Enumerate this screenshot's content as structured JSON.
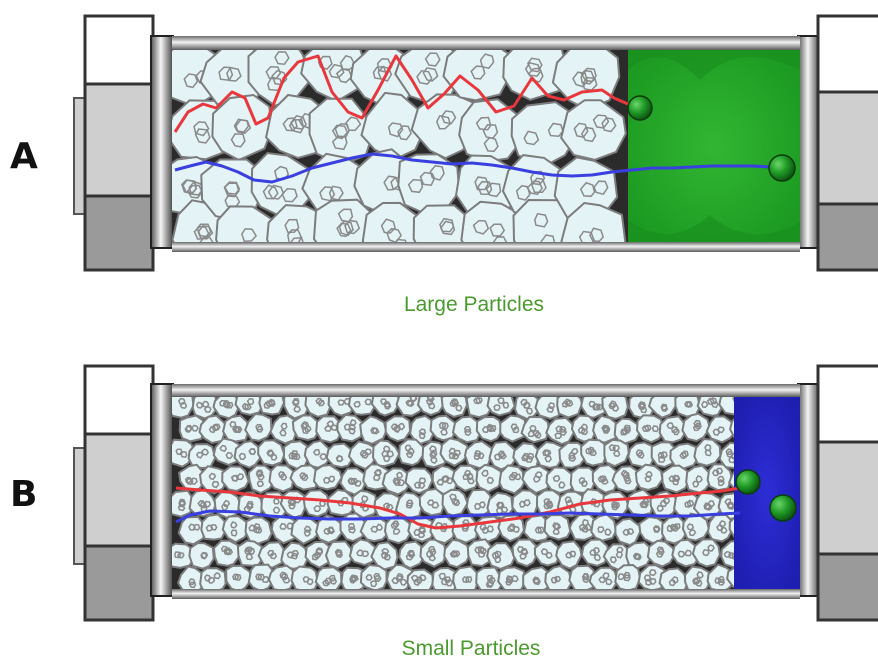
{
  "panels": [
    {
      "letter": "A",
      "caption": "Large Particles",
      "particle_size": "large",
      "band_color": "#1fa526",
      "band_label_color": "#4a9a2e",
      "trace_colors": [
        "#e8383d",
        "#3a3fe0"
      ]
    },
    {
      "letter": "B",
      "caption": "Small Particles",
      "particle_size": "small",
      "band_color": "#2626c8",
      "band_label_color": "#4a9a2e",
      "trace_colors": [
        "#e8383d",
        "#3a3fe0"
      ]
    }
  ],
  "colors": {
    "particle_fill": "#e4f4f6",
    "particle_stroke": "#7c7c7c",
    "tube_background": "#2b2b2b",
    "sphere": "#1f8a26",
    "caption_text": "#4a9a2e"
  },
  "icons": [
    "column-fitting-icon",
    "particle-icon",
    "analyte-sphere-icon"
  ]
}
